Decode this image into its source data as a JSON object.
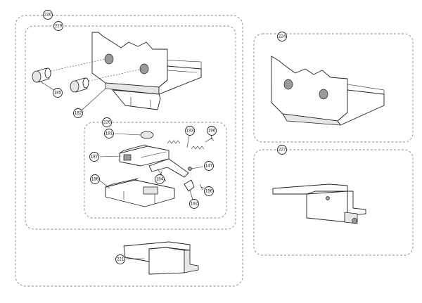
{
  "diagram": {
    "groups": {
      "g220": "220",
      "g219": "219",
      "g226": "226",
      "g224": "224",
      "g227": "227"
    },
    "parts": {
      "p185": "185",
      "p182": "182",
      "p191": "191",
      "p193": "193",
      "p196a": "196",
      "p187": "187",
      "p147": "147",
      "p186": "186",
      "p194": "194",
      "p196b": "196",
      "p192": "192",
      "p221": "221"
    }
  }
}
